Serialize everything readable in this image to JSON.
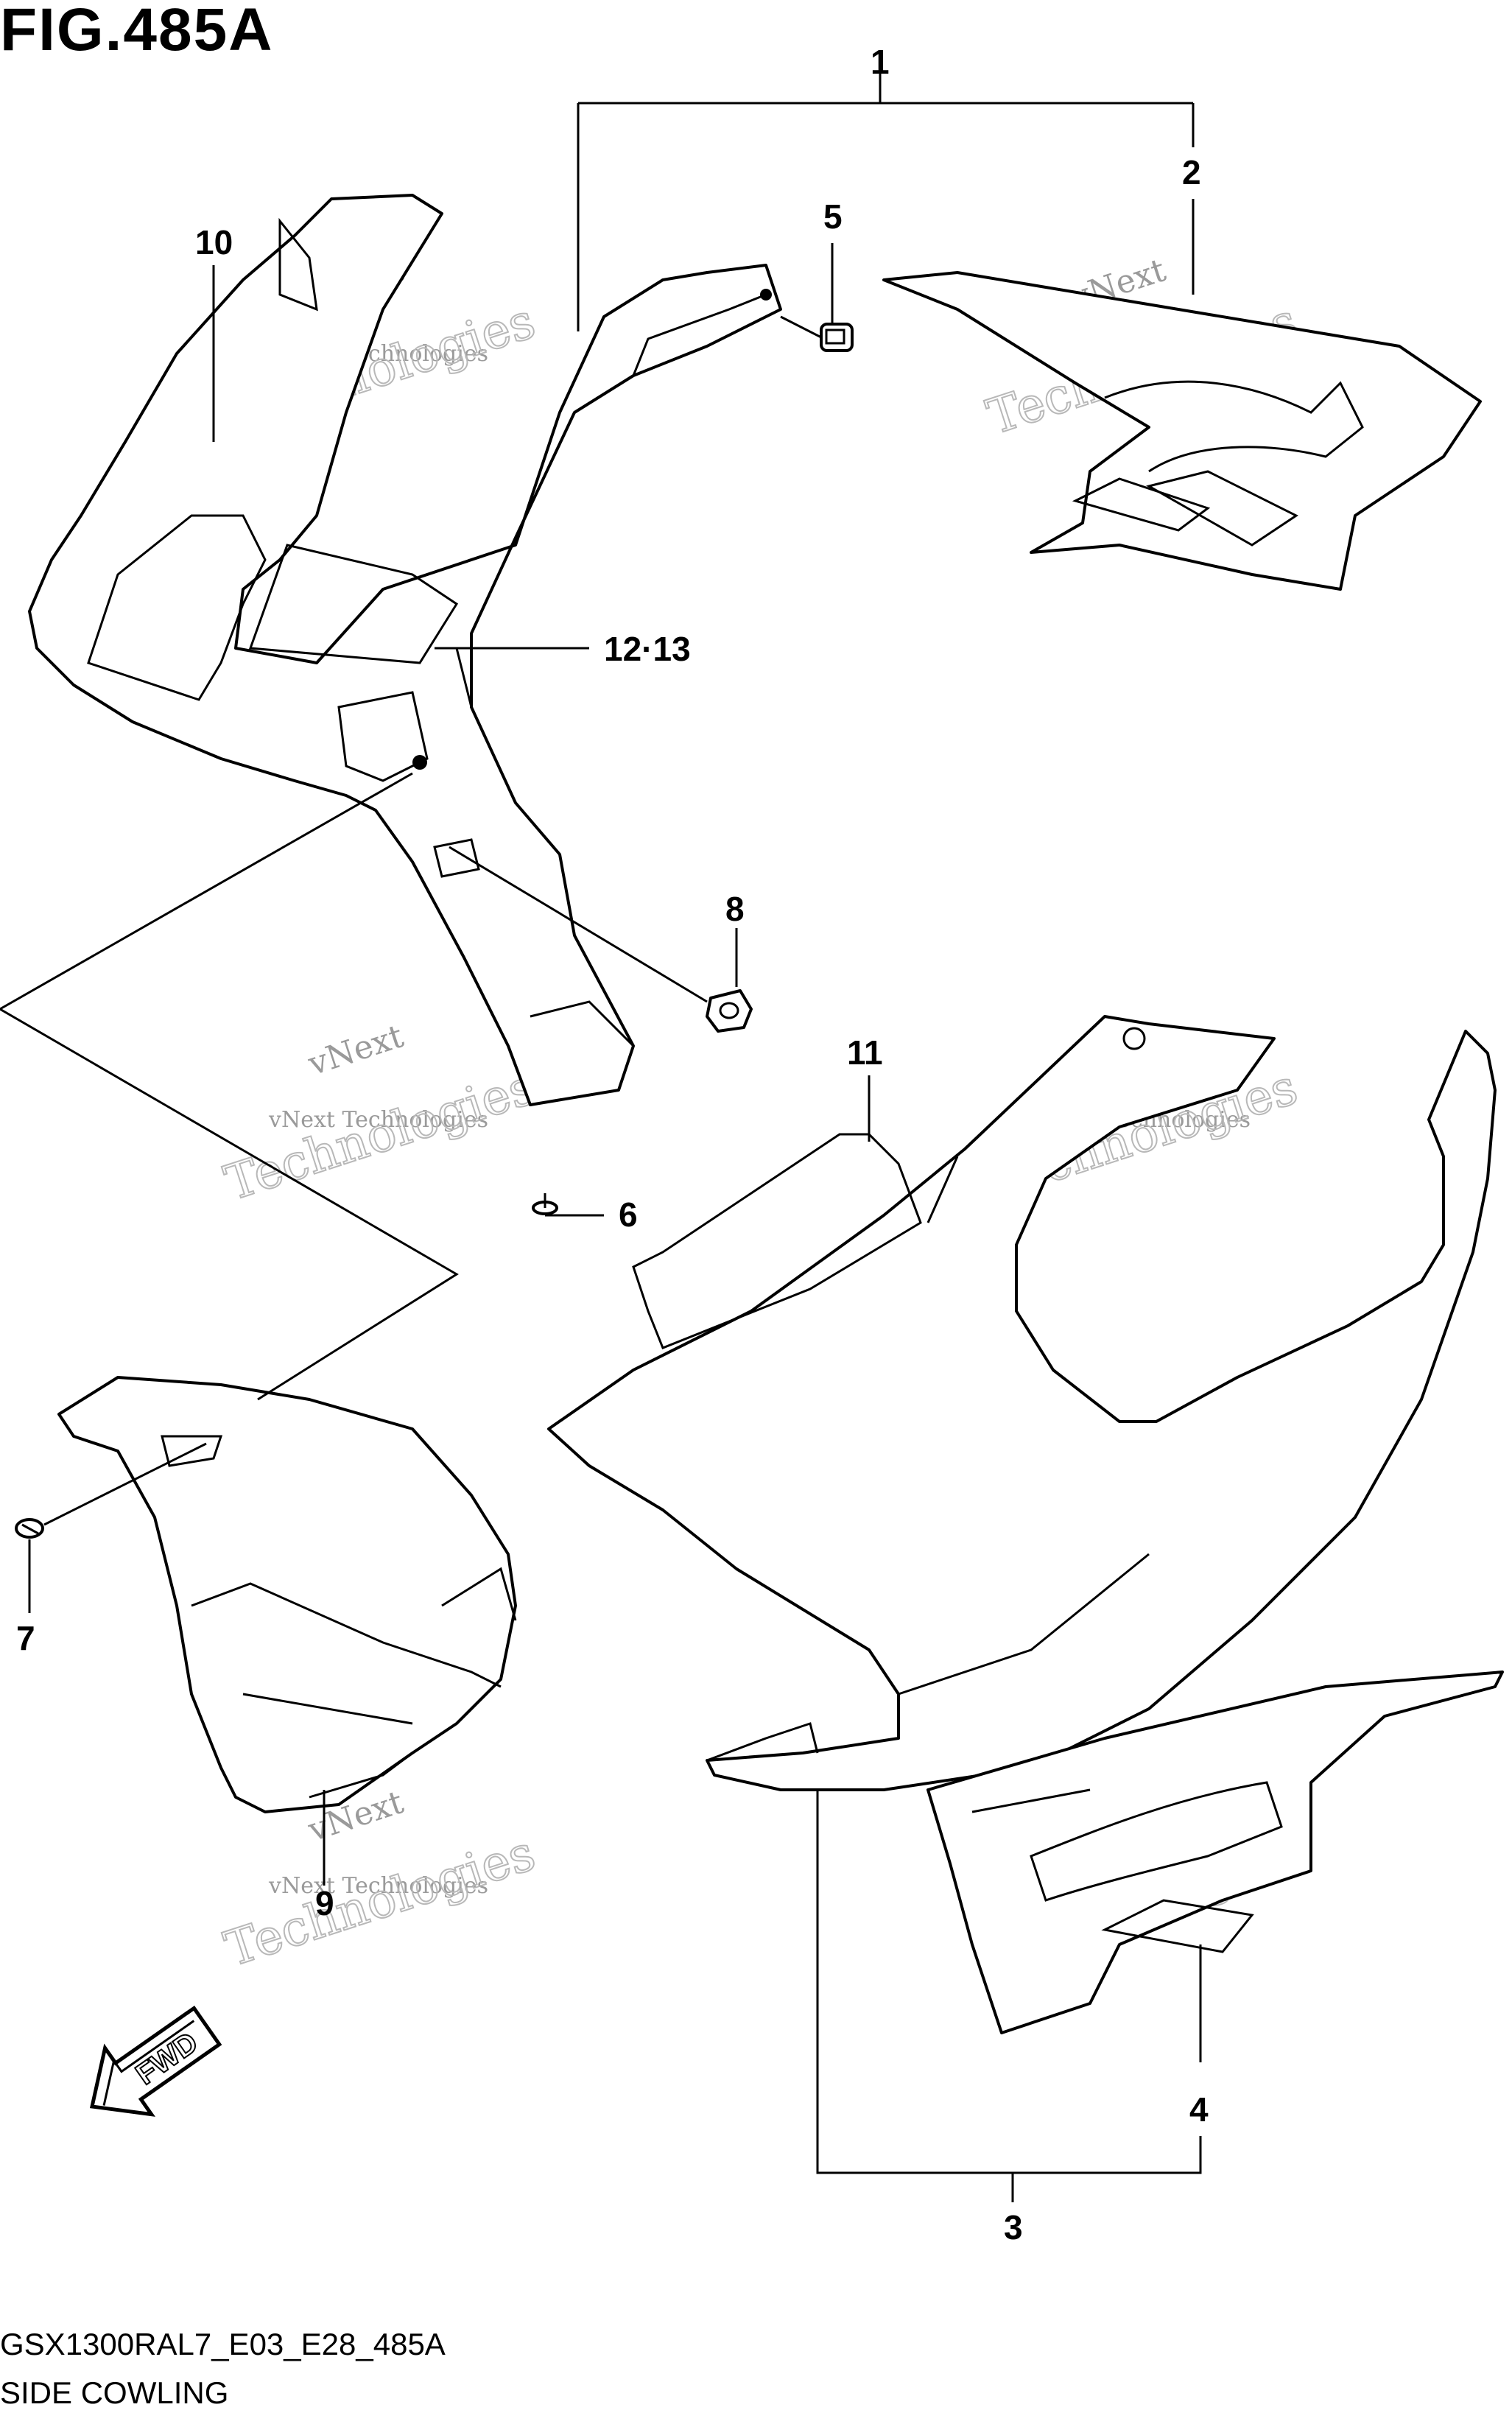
{
  "figure": {
    "title": "FIG.485A",
    "model_code": "GSX1300RAL7_E03_E28_485A",
    "caption": "SIDE COWLING"
  },
  "callouts": [
    {
      "id": "1",
      "label": "1"
    },
    {
      "id": "2",
      "label": "2"
    },
    {
      "id": "3",
      "label": "3"
    },
    {
      "id": "4",
      "label": "4"
    },
    {
      "id": "5",
      "label": "5"
    },
    {
      "id": "6",
      "label": "6"
    },
    {
      "id": "7",
      "label": "7"
    },
    {
      "id": "8",
      "label": "8"
    },
    {
      "id": "9",
      "label": "9"
    },
    {
      "id": "10",
      "label": "10"
    },
    {
      "id": "11",
      "label": "11"
    },
    {
      "id": "12-13",
      "label": "12·13"
    }
  ],
  "badge": {
    "label": "FWD"
  },
  "watermark": {
    "line1": "vNext",
    "line2": "vNext Technologies",
    "line3": "Technologies"
  }
}
